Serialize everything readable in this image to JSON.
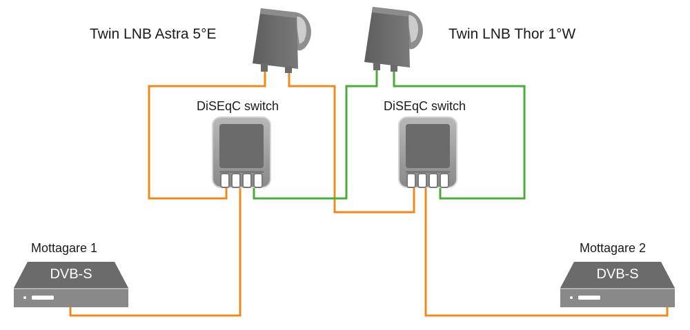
{
  "diagram": {
    "lnb_left_label": "Twin LNB Astra 5°E",
    "lnb_right_label": "Twin LNB Thor 1°W",
    "switch_left_label": "DiSEqC switch",
    "switch_right_label": "DiSEqC switch",
    "receiver_left_label": "Mottagare 1",
    "receiver_right_label": "Mottagare 2",
    "receiver_left_screen": "DVB-S",
    "receiver_right_screen": "DVB-S"
  },
  "colors": {
    "orange": "#ec8a1c",
    "green": "#4aac3a",
    "device_dark": "#6c6b6b",
    "device_light": "#a3a2a2",
    "device_outline": "#d0d0d0"
  }
}
